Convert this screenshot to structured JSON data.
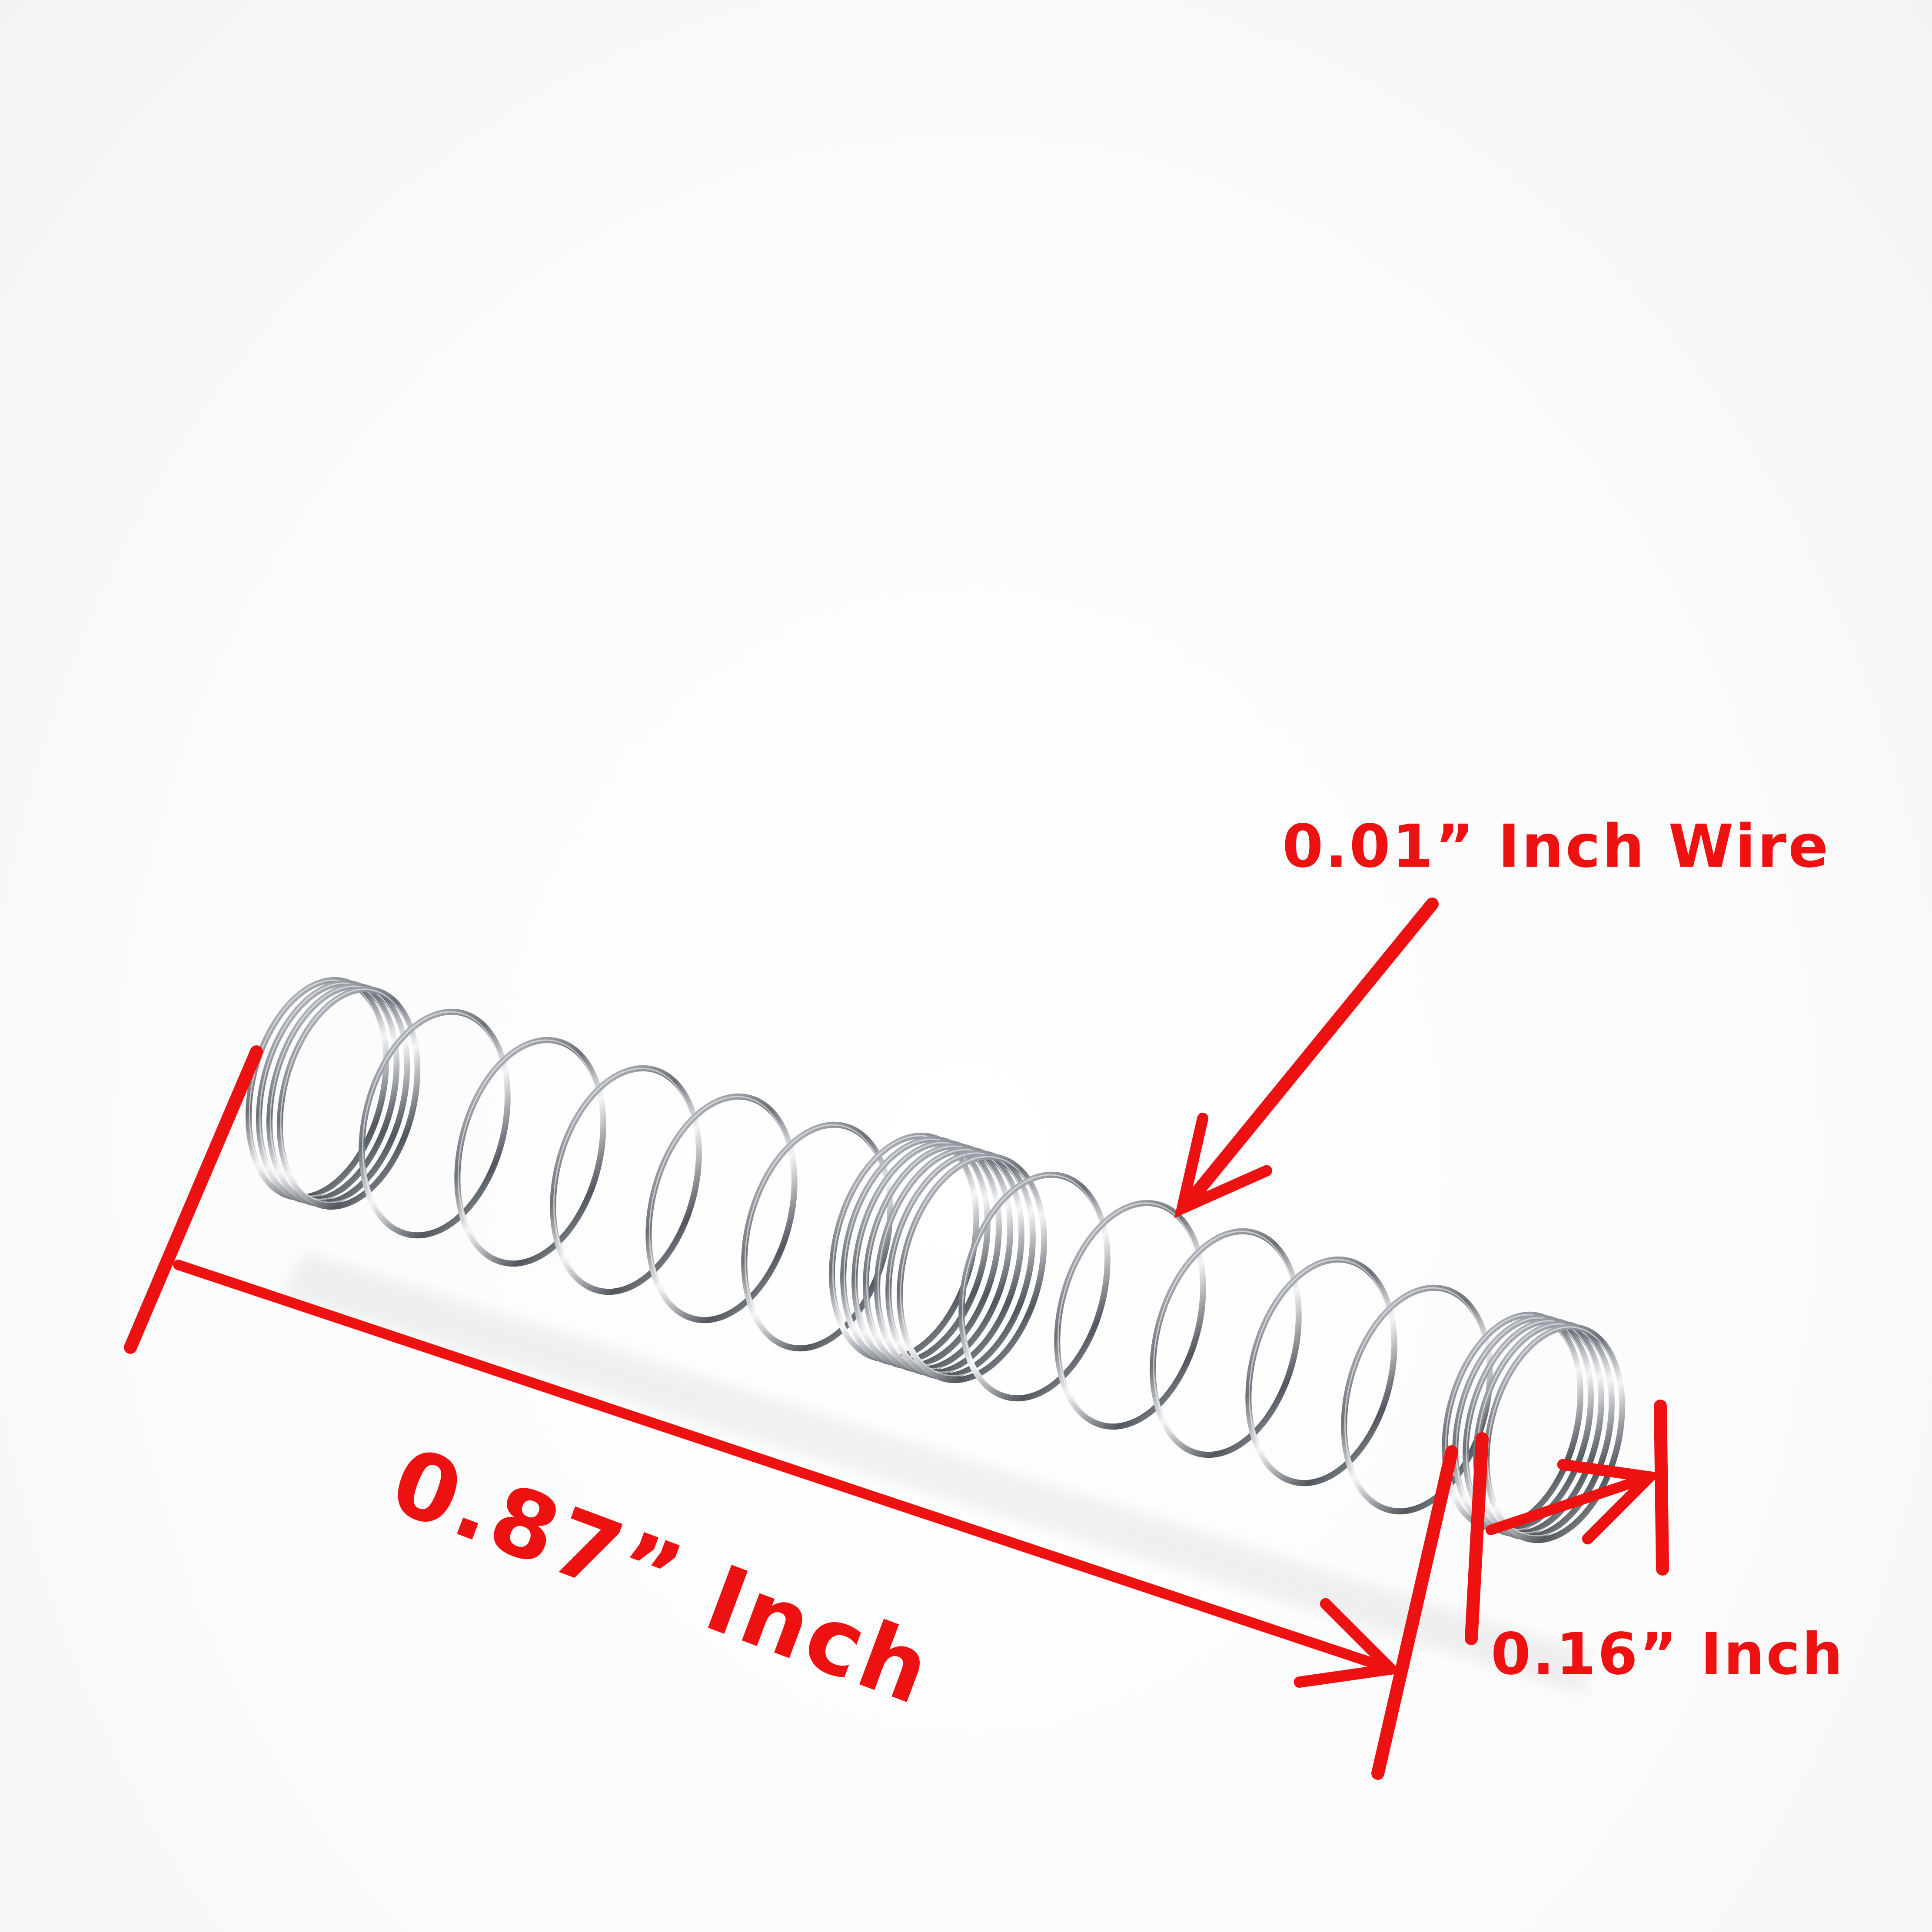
{
  "annotations": {
    "wire_label": "0.01” Inch Wire",
    "length_label": "0.87” Inch",
    "diameter_label": "0.16” Inch"
  },
  "colors": {
    "annotation": "#ee1111",
    "spring_dark": "#555a60",
    "spring_light": "#c9cdd2",
    "background": "#ffffff"
  }
}
